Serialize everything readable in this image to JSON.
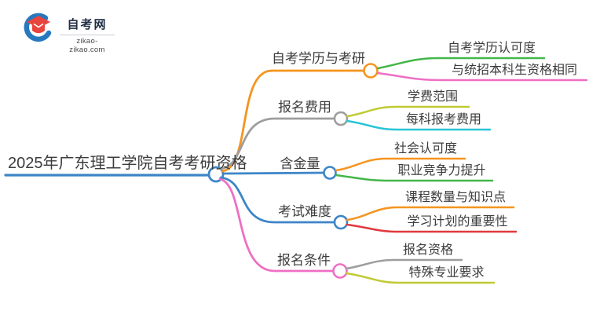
{
  "logo": {
    "site_name": "自考网",
    "site_url": "zikao-zikao.com",
    "icon": "graduation-cap-icon",
    "brand_blue": "#2878be",
    "brand_red": "#e8453f"
  },
  "mindmap": {
    "root": {
      "label": "2025年广东理工学院自考考研资格",
      "color": "#3d85c8"
    },
    "text_color": "#3c3c3c",
    "branches": [
      {
        "label": "自考学历与考研",
        "color": "#f5941f",
        "children": [
          {
            "label": "自考学历认可度",
            "color": "#43b649"
          },
          {
            "label": "与统招本科生资格相同",
            "color": "#ee6fc4"
          }
        ]
      },
      {
        "label": "报名费用",
        "color": "#9e9e9e",
        "children": [
          {
            "label": "学费范围",
            "color": "#c0ca33"
          },
          {
            "label": "每科报考费用",
            "color": "#29c5d6"
          }
        ]
      },
      {
        "label": "含金量",
        "color": "#3d85c8",
        "children": [
          {
            "label": "社会认可度",
            "color": "#f5941f"
          },
          {
            "label": "职业竞争力提升",
            "color": "#43b649"
          }
        ]
      },
      {
        "label": "考试难度",
        "color": "#3d85c8",
        "children": [
          {
            "label": "课程数量与知识点",
            "color": "#f5941f"
          },
          {
            "label": "学习计划的重要性",
            "color": "#e0393d"
          }
        ]
      },
      {
        "label": "报名条件",
        "color": "#ee6fc4",
        "children": [
          {
            "label": "报名资格",
            "color": "#9e9e9e"
          },
          {
            "label": "特殊专业要求",
            "color": "#c0ca33"
          }
        ]
      }
    ]
  }
}
